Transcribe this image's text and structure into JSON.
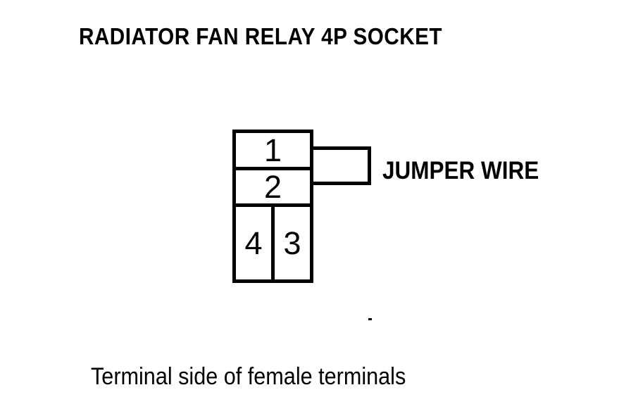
{
  "title": "RADIATOR FAN RELAY 4P SOCKET",
  "socket": {
    "terminals": [
      {
        "label": "1"
      },
      {
        "label": "2"
      },
      {
        "label": "4"
      },
      {
        "label": "3"
      }
    ]
  },
  "jumper": {
    "label": "JUMPER WIRE"
  },
  "caption": "Terminal side of female terminals",
  "colors": {
    "ink": "#000000",
    "paper": "#ffffff"
  }
}
